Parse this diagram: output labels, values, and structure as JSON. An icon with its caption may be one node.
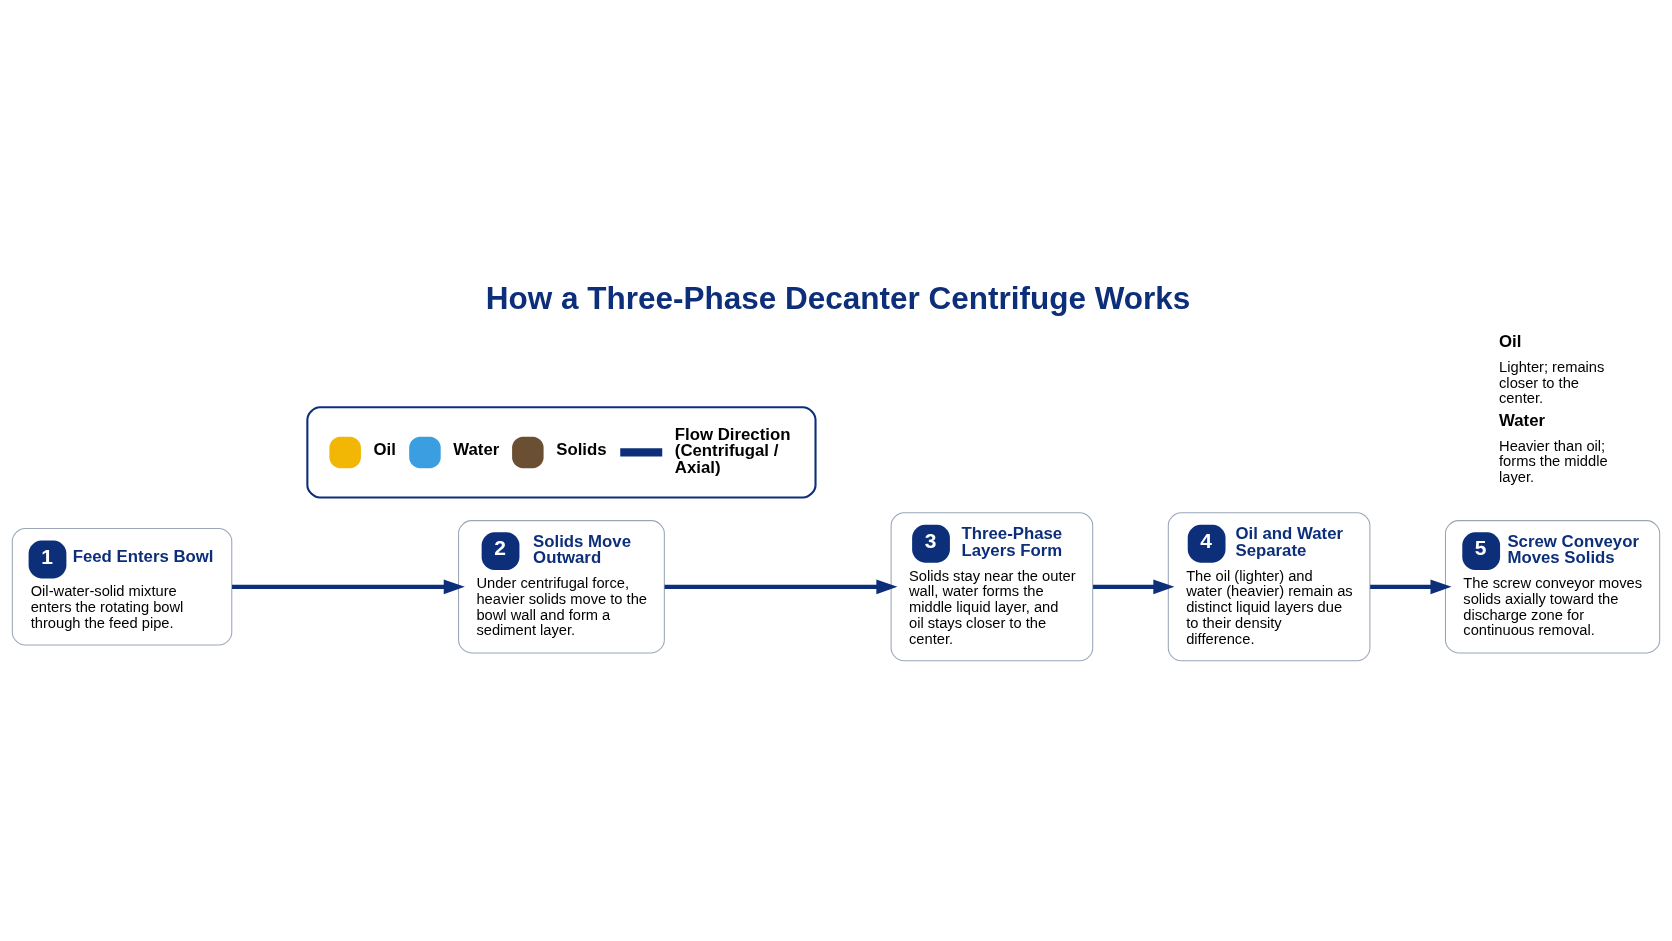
{
  "diagram": {
    "title": "How a Three-Phase Decanter Centrifuge Works",
    "nodes": [
      {
        "text": [
          "1",
          "Feed Enters Bowl",
          "Oil-water-solid mixture enters the rotating bowl through the feed pipe."
        ]
      },
      {
        "text": [
          "2",
          "Solids Move Outward",
          "Under centrifugal force, heavier solids move to the bowl wall and form a sediment layer."
        ]
      },
      {
        "text": [
          "3",
          "Three-Phase Layers Form",
          "Solids stay near the outer wall, water forms the middle liquid layer, and oil stays closer to the center."
        ]
      },
      {
        "text": [
          "4",
          "Oil and Water Separate",
          "The oil (lighter) and water (heavier) remain as distinct liquid layers due to their density difference."
        ]
      },
      {
        "text": [
          "5",
          "Screw Conveyor Moves Solids",
          "The screw conveyor moves solids axially toward the discharge zone for continuous removal."
        ]
      }
    ],
    "edges": [
      {
        "from": 0,
        "to": 1,
        "arrow": "to"
      },
      {
        "from": 1,
        "to": 2,
        "arrow": "to"
      },
      {
        "from": 2,
        "to": 3,
        "arrow": "to"
      },
      {
        "from": 3,
        "to": 4,
        "arrow": "to"
      }
    ],
    "labels": [
      "Oil",
      "Lighter; remains closer to the center.",
      "Water",
      "Heavier than oil; forms the middle layer."
    ],
    "legend": [
      {
        "text": "Oil",
        "color": "#f2b705"
      },
      {
        "text": "Water",
        "color": "#3a9ee0"
      },
      {
        "text": "Solids",
        "color": "#6b4f32"
      },
      {
        "text": "Flow Direction (Centrifugal / Axial)"
      }
    ]
  }
}
